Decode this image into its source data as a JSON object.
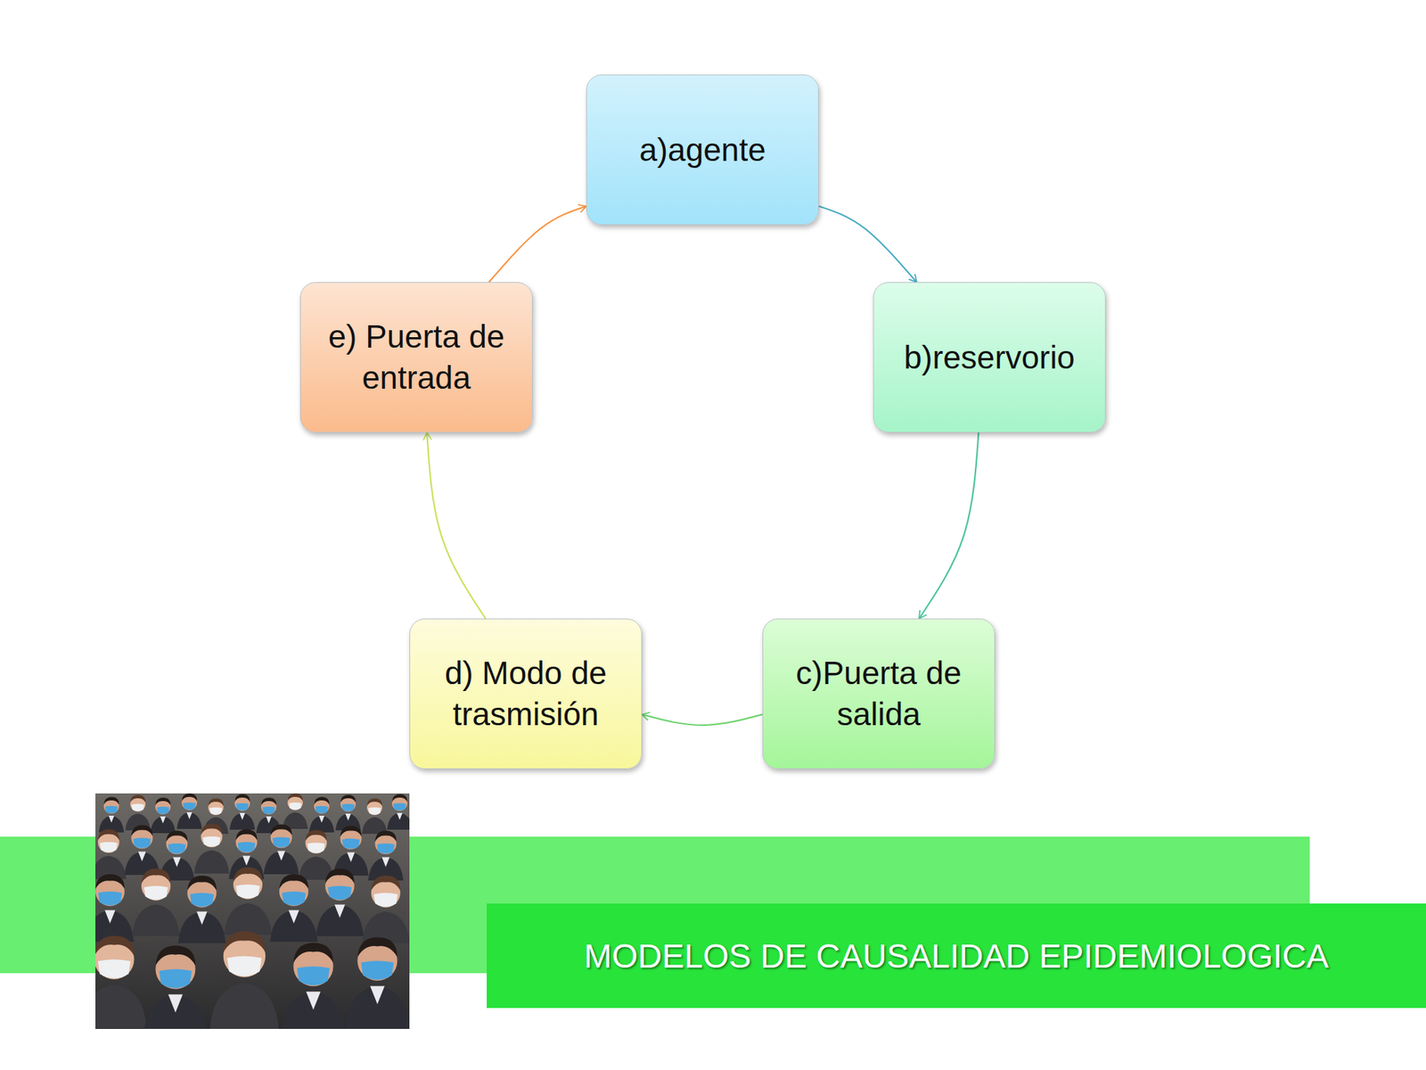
{
  "diagram": {
    "title": "MODELOS DE CAUSALIDAD EPIDEMIOLOGICA",
    "nodes": [
      {
        "text": [
          "a)agente"
        ]
      },
      {
        "text": [
          "b)reservorio"
        ]
      },
      {
        "text": [
          "c)Puerta de salida"
        ]
      },
      {
        "text": [
          "d) Modo de trasmisión"
        ]
      },
      {
        "text": [
          "e) Puerta de entrada"
        ]
      }
    ],
    "edges": [
      {
        "from": 0,
        "to": 1,
        "arrow": "to"
      },
      {
        "from": 1,
        "to": 2,
        "arrow": "to"
      },
      {
        "from": 2,
        "to": 3,
        "arrow": "to"
      },
      {
        "from": 3,
        "to": 4,
        "arrow": "to"
      },
      {
        "from": 4,
        "to": 0,
        "arrow": "to"
      }
    ]
  }
}
